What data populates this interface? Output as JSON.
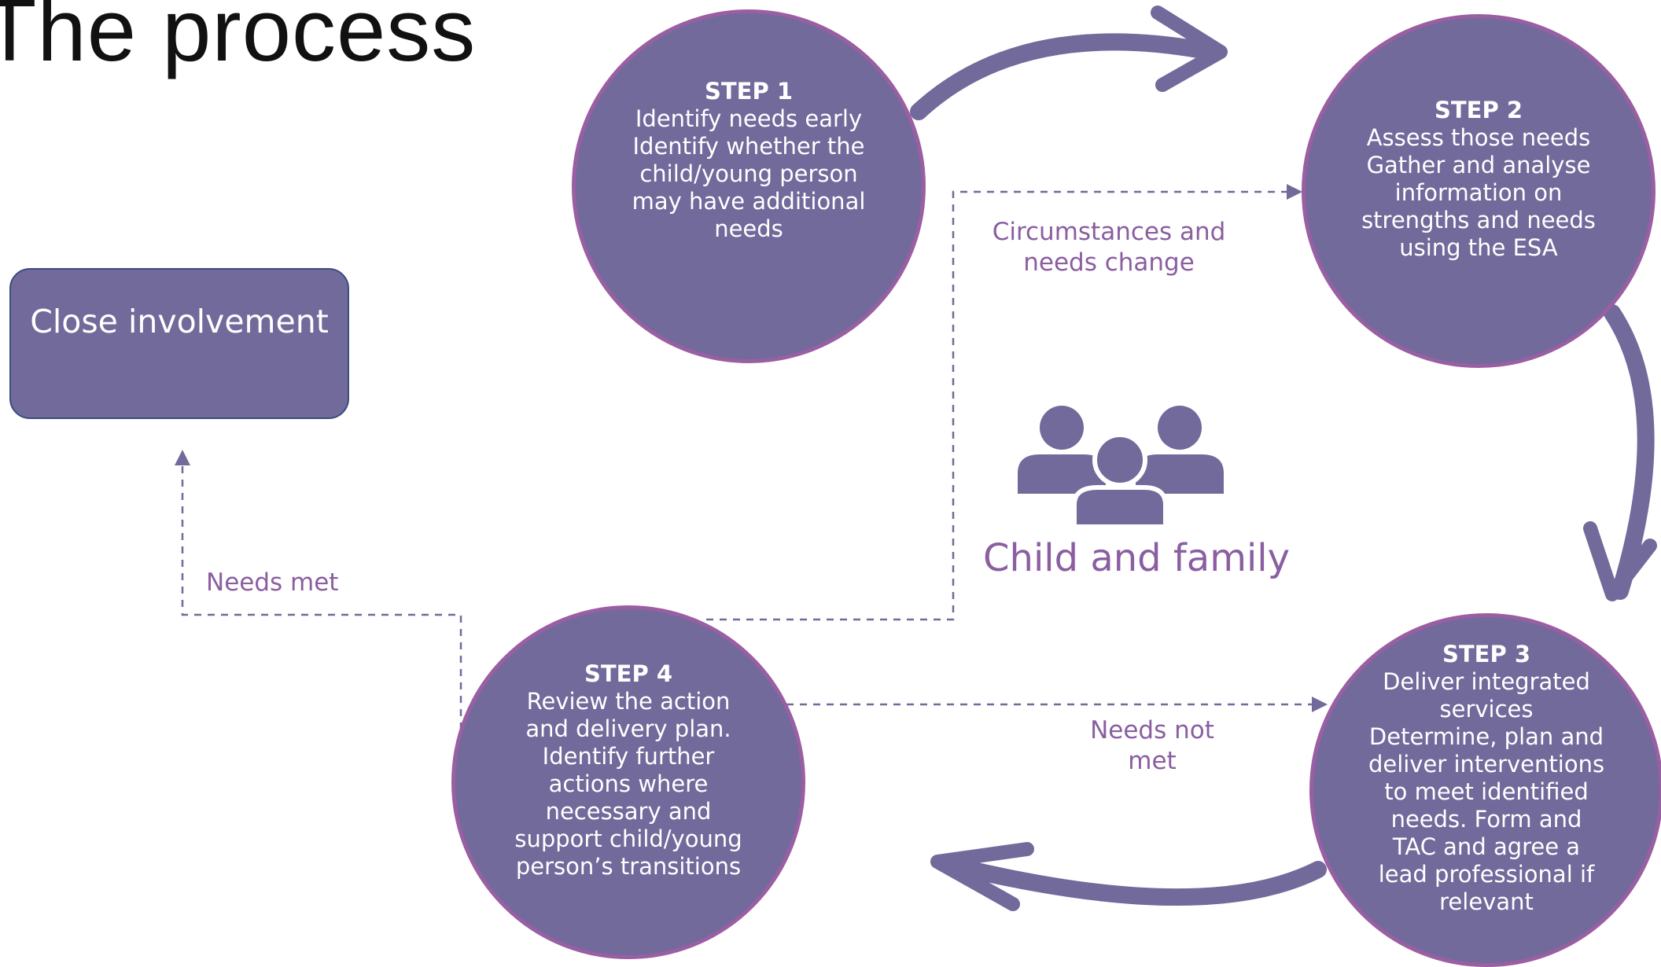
{
  "title": "The process",
  "steps": [
    {
      "title": "STEP 1",
      "body": "Identify needs early\nIdentify whether the\nchild/young person\nmay have additional\nneeds"
    },
    {
      "title": "STEP 2",
      "body": "Assess those needs\nGather and analyse\ninformation on\nstrengths and needs\nusing the ESA"
    },
    {
      "title": "STEP 3",
      "body": "Deliver integrated\nservices\nDetermine, plan and\ndeliver interventions\nto meet identified\nneeds.  Form and\nTAC and agree a\nlead professional if\nrelevant"
    },
    {
      "title": "STEP 4",
      "body": "Review the action\nand delivery plan.\nIdentify further\nactions where\nnecessary and\nsupport child/young\nperson’s transitions"
    }
  ],
  "close_box": "Close involvement",
  "labels": {
    "circumstances": "Circumstances and\nneeds change",
    "needs_met": "Needs met",
    "needs_not_met": "Needs not\nmet"
  },
  "center_label": "Child and family",
  "icons": {
    "center": "family-group-icon"
  },
  "colors": {
    "circle_fill": "#716a9b",
    "circle_border": "#9a5fa3",
    "label": "#8a5ea0",
    "box_border": "#3b4f7c"
  }
}
